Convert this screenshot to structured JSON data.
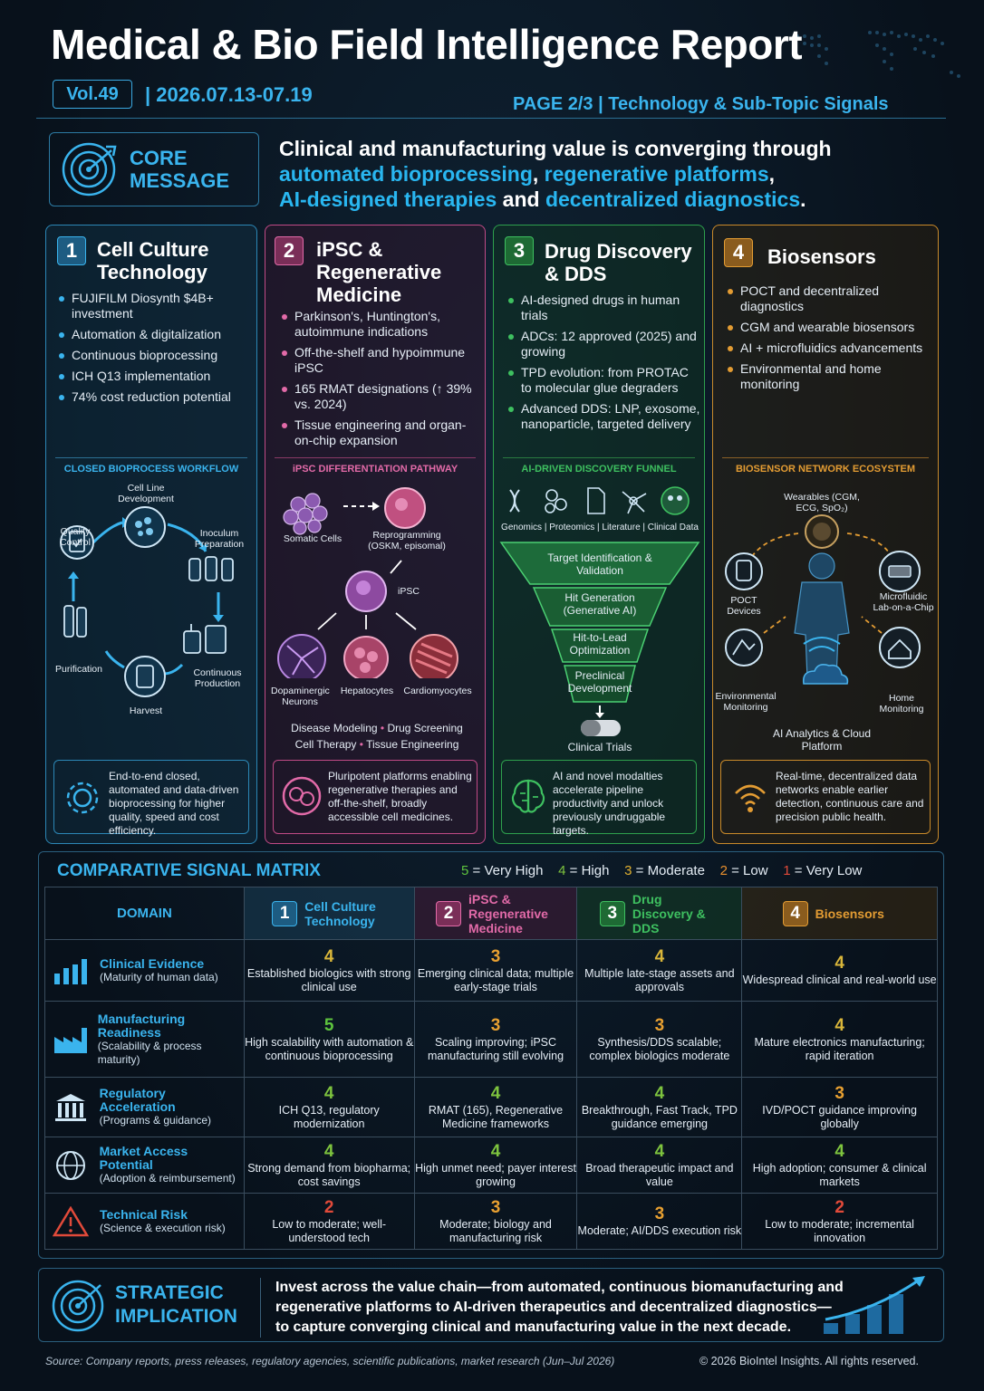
{
  "header": {
    "title": "Medical & Bio Field Intelligence Report",
    "vol": "Vol.49",
    "date": "| 2026.07.13-07.19",
    "page": "PAGE 2/3  |  Technology & Sub-Topic Signals"
  },
  "core": {
    "label1": "CORE",
    "label2": "MESSAGE",
    "line1": "Clinical and manufacturing value is converging through",
    "h1": "automated bioprocessing",
    "sep1": ", ",
    "h2": "regenerative platforms",
    "sep2": ",",
    "h3": "AI-designed therapies",
    "and": " and ",
    "h4": "decentralized diagnostics",
    "end": "."
  },
  "panels": [
    {
      "num": "1",
      "title1": "Cell Culture",
      "title2": "Technology",
      "title3": "",
      "bullets": [
        "FUJIFILM Diosynth $4B+ investment",
        "Automation & digitalization",
        "Continuous bioprocessing",
        "ICH Q13 implementation",
        "74% cost reduction potential"
      ],
      "section": "CLOSED BIOPROCESS WORKFLOW",
      "nodes": [
        "Cell Line Development",
        "Inoculum Preparation",
        "Continuous Production",
        "Harvest",
        "Purification",
        "Quality Control"
      ],
      "footer": "End-to-end closed, automated and data-driven bioprocessing for higher quality, speed and cost efficiency."
    },
    {
      "num": "2",
      "title1": "iPSC &",
      "title2": "Regenerative",
      "title3": "Medicine",
      "bullets": [
        "Parkinson's, Huntington's, autoimmune indications",
        "Off-the-shelf and hypoimmune iPSC",
        "165 RMAT designations (↑ 39% vs. 2024)",
        "Tissue engineering and organ-on-chip expansion"
      ],
      "section": "iPSC DIFFERENTIATION PATHWAY",
      "nodes": [
        "Somatic Cells",
        "Reprogramming (OSKM, episomal)",
        "iPSC",
        "Dopaminergic Neurons",
        "Hepatocytes",
        "Cardiomyocytes"
      ],
      "apps": [
        "Disease Modeling",
        "Drug Screening",
        "Cell Therapy",
        "Tissue Engineering"
      ],
      "footer": "Pluripotent platforms enabling regenerative therapies and off-the-shelf, broadly accessible cell medicines."
    },
    {
      "num": "3",
      "title1": "Drug Discovery",
      "title2": "& DDS",
      "title3": "",
      "bullets": [
        "AI-designed drugs in human trials",
        "ADCs: 12 approved (2025) and growing",
        "TPD evolution: from PROTAC to molecular glue degraders",
        "Advanced DDS: LNP, exosome, nanoparticle, targeted delivery"
      ],
      "section": "AI-DRIVEN DISCOVERY FUNNEL",
      "sources": [
        "Genomics",
        "Proteomics",
        "Literature",
        "Clinical Data"
      ],
      "stages": [
        "Target Identification & Validation",
        "Hit Generation (Generative AI)",
        "Hit-to-Lead Optimization",
        "Preclinical Development"
      ],
      "endstage": "Clinical Trials",
      "footer": "AI and novel modalties accelerate pipeline productivity and unlock previously undruggable targets."
    },
    {
      "num": "4",
      "title1": "Biosensors",
      "title2": "",
      "title3": "",
      "bullets": [
        "POCT and decentralized diagnostics",
        "CGM and wearable biosensors",
        "AI + microfluidics advancements",
        "Environmental and home monitoring"
      ],
      "section": "BIOSENSOR NETWORK ECOSYSTEM",
      "nodes": [
        "Wearables (CGM, ECG, SpO₂)",
        "POCT Devices",
        "Microfluidic Lab-on-a-Chip",
        "Environmental Monitoring",
        "Home Monitoring",
        "AI Analytics & Cloud Platform"
      ],
      "footer": "Real-time, decentralized data networks enable earlier detection, continuous care and precision public health."
    }
  ],
  "matrix": {
    "title": "COMPARATIVE SIGNAL MATRIX",
    "legend": [
      {
        "n": "5",
        "t": " = Very High"
      },
      {
        "n": "4",
        "t": " = High"
      },
      {
        "n": "3",
        "t": " = Moderate"
      },
      {
        "n": "2",
        "t": " = Low"
      },
      {
        "n": "1",
        "t": " = Very Low"
      }
    ],
    "domain_label": "DOMAIN",
    "columns": [
      {
        "num": "1",
        "label": "Cell Culture Technology"
      },
      {
        "num": "2",
        "label": "iPSC & Regenerative Medicine"
      },
      {
        "num": "3",
        "label": "Drug Discovery & DDS"
      },
      {
        "num": "4",
        "label": "Biosensors"
      }
    ],
    "rows": [
      {
        "name": "Clinical Evidence",
        "sub": "(Maturity of human data)",
        "cells": [
          {
            "s": "4",
            "t": "Established biologics with strong clinical use"
          },
          {
            "s": "3",
            "t": "Emerging clinical data; multiple early-stage trials"
          },
          {
            "s": "4",
            "t": "Multiple late-stage assets and approvals"
          },
          {
            "s": "4",
            "t": "Widespread clinical and real-world use"
          }
        ]
      },
      {
        "name": "Manufacturing Readiness",
        "sub": "(Scalability & process maturity)",
        "cells": [
          {
            "s": "5",
            "t": "High scalability with automation & continuous bioprocessing"
          },
          {
            "s": "3",
            "t": "Scaling improving; iPSC manufacturing still evolving"
          },
          {
            "s": "3",
            "t": "Synthesis/DDS scalable; complex biologics moderate"
          },
          {
            "s": "4",
            "t": "Mature electronics manufacturing; rapid iteration"
          }
        ]
      },
      {
        "name": "Regulatory Acceleration",
        "sub": "(Programs & guidance)",
        "cells": [
          {
            "s": "4",
            "t": "ICH Q13, regulatory modernization"
          },
          {
            "s": "4",
            "t": "RMAT (165), Regenerative Medicine frameworks"
          },
          {
            "s": "4",
            "t": "Breakthrough, Fast Track, TPD guidance emerging"
          },
          {
            "s": "3",
            "t": "IVD/POCT guidance improving globally"
          }
        ]
      },
      {
        "name": "Market Access Potential",
        "sub": "(Adoption & reimbursement)",
        "cells": [
          {
            "s": "4",
            "t": "Strong demand from biopharma; cost savings"
          },
          {
            "s": "4",
            "t": "High unmet need; payer interest growing"
          },
          {
            "s": "4",
            "t": "Broad therapeutic impact and value"
          },
          {
            "s": "4",
            "t": "High adoption; consumer & clinical markets"
          }
        ]
      },
      {
        "name": "Technical Risk",
        "sub": "(Science & execution risk)",
        "cells": [
          {
            "s": "2",
            "t": "Low to moderate; well-understood tech"
          },
          {
            "s": "3",
            "t": "Moderate; biology and manufacturing risk"
          },
          {
            "s": "3",
            "t": "Moderate; AI/DDS execution risk"
          },
          {
            "s": "2",
            "t": "Low to moderate; incremental innovation"
          }
        ]
      }
    ]
  },
  "strategic": {
    "label1": "STRATEGIC",
    "label2": "IMPLICATION",
    "line1": "Invest across the value chain—from automated, continuous biomanufacturing and",
    "line2": "regenerative platforms to AI-driven therapeutics and decentralized diagnostics—",
    "line3": "to capture converging clinical and manufacturing value in the next decade."
  },
  "footer": {
    "source": "Source: Company reports, press releases, regulatory agencies, scientific publications, market research (Jun–Jul 2026)",
    "copyright": "© 2026 BioIntel Insights. All rights reserved."
  },
  "colors": {
    "accent": "#3ab4ee",
    "pink": "#e26aa8",
    "green": "#3ec060",
    "orange": "#e39c33"
  }
}
